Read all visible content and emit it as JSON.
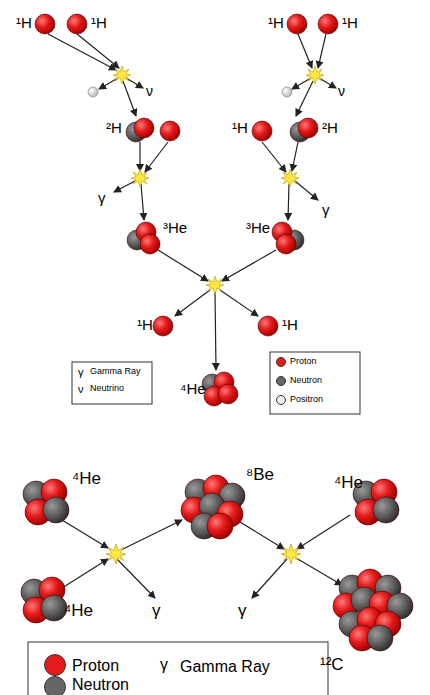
{
  "diagram": {
    "labels": [
      "¹H",
      "¹H",
      "¹H",
      "¹H",
      "ν",
      "ν",
      "²H",
      "¹H",
      "²H",
      "γ",
      "γ",
      "³He",
      "³He",
      "¹H",
      "¹H",
      "⁴He",
      "γ",
      "ν",
      "⁴He",
      "⁸Be",
      "⁴He",
      "⁴He",
      "γ",
      "γ",
      "¹²C",
      "γ"
    ],
    "legend": [
      {
        "text": "Gamma Ray"
      },
      {
        "text": "Neutrino"
      },
      {
        "text": "Proton",
        "color": "#e41b1b"
      },
      {
        "text": "Neutron",
        "color": "#666666"
      },
      {
        "text": "Positron",
        "color": "#eeeeee"
      },
      {
        "text": "Proton",
        "color": "#e41b1b"
      },
      {
        "text": "Gamma Ray"
      },
      {
        "text": "Neutron",
        "color": "#666666"
      }
    ]
  }
}
